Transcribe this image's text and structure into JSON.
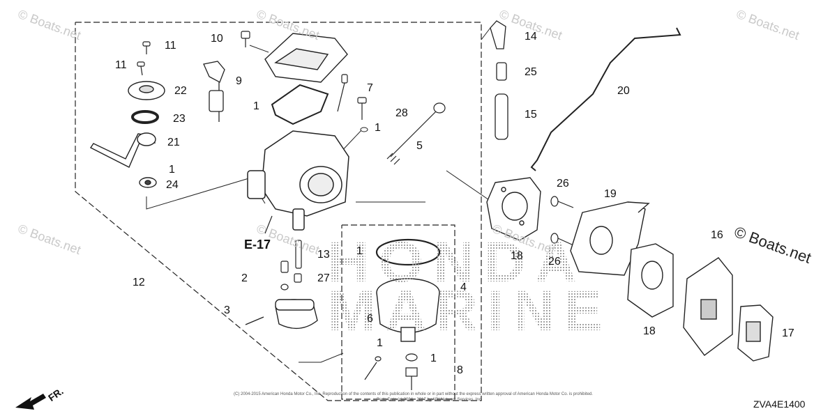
{
  "watermarks": {
    "corner_repeat": "© Boats.net",
    "main": "© Boats.net"
  },
  "background_logo": {
    "line1": "HONDA",
    "line2": "MARINE"
  },
  "reference": "E-17",
  "diagram_code": "ZVA4E1400",
  "front_marker": "FR.",
  "copyright_line1": "(C) 2004-2015 American Honda Motor Co., Inc. Reproduction of the contents of this publication in whole or in part without the express written approval of American Honda Motor Co. is prohibited.",
  "copyright_line2": "Parts Data (c) 2004 - 2017 by ARI Network Services, Inc.",
  "callouts": {
    "c11a": "11",
    "c11b": "11",
    "c22": "22",
    "c23": "23",
    "c21": "21",
    "c1a": "1",
    "c24": "24",
    "c10": "10",
    "c9": "9",
    "c1b": "1",
    "c7": "7",
    "c28": "28",
    "c1c": "1",
    "c5": "5",
    "c14": "14",
    "c25": "25",
    "c15": "15",
    "c20": "20",
    "c26a": "26",
    "c19": "19",
    "c26b": "26",
    "c16": "16",
    "c18a": "18",
    "c18b": "18",
    "c17": "17",
    "c13": "13",
    "c1d": "1",
    "c4": "4",
    "c2": "2",
    "c27": "27",
    "c3": "3",
    "c12": "12",
    "c6": "6",
    "c1e": "1",
    "c1f": "1",
    "c8": "8"
  }
}
